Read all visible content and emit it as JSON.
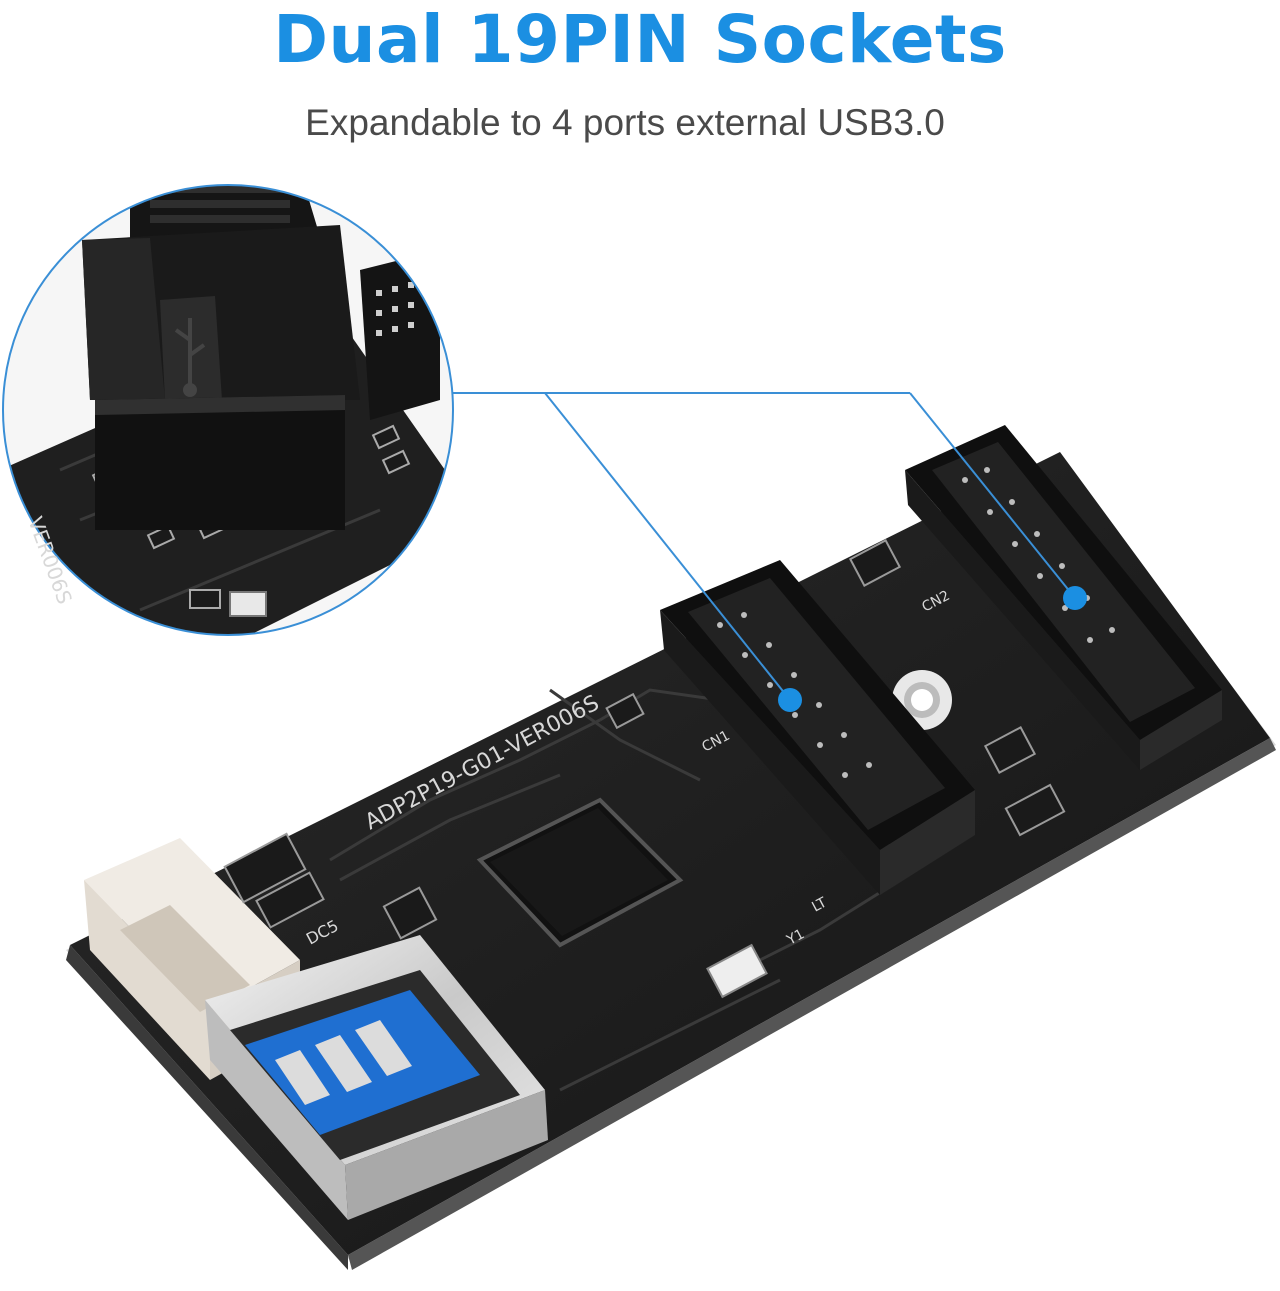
{
  "header": {
    "title": "Dual 19PIN Sockets",
    "subtitle": "Expandable to 4 ports external USB3.0"
  },
  "colors": {
    "accent": "#1b8fe2",
    "board": "#1c1c1c",
    "connector": "#111111"
  },
  "pcb": {
    "model_text": "ADP2P19-G01-VER006S",
    "zoom_model_text": "VER006S",
    "connector_labels": [
      "CN2",
      "CN1",
      "LT",
      "Y1",
      "DC5"
    ]
  },
  "icons": {
    "usb_logo": "usb-icon"
  }
}
